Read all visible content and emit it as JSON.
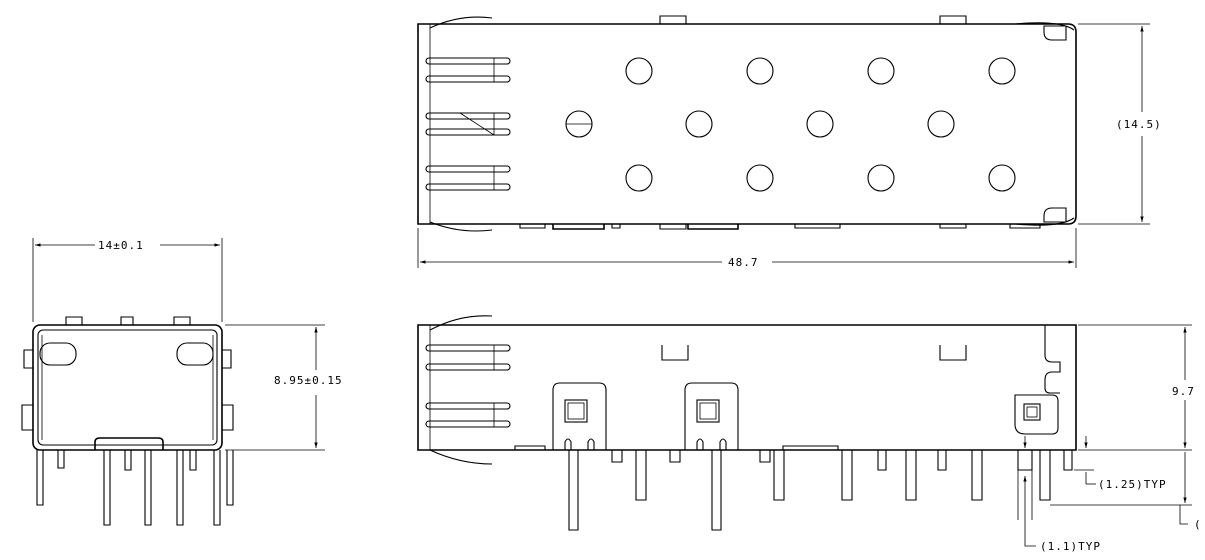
{
  "dimensions": {
    "front_width": "14±0.1",
    "front_height": "8.95±0.15",
    "top_width": "(14.5)",
    "top_length": "48.7",
    "side_height": "9.7",
    "side_pin_spacing": "(1.25)TYP",
    "side_pin_width": "(1.1)TYP",
    "side_cut_label": "("
  }
}
